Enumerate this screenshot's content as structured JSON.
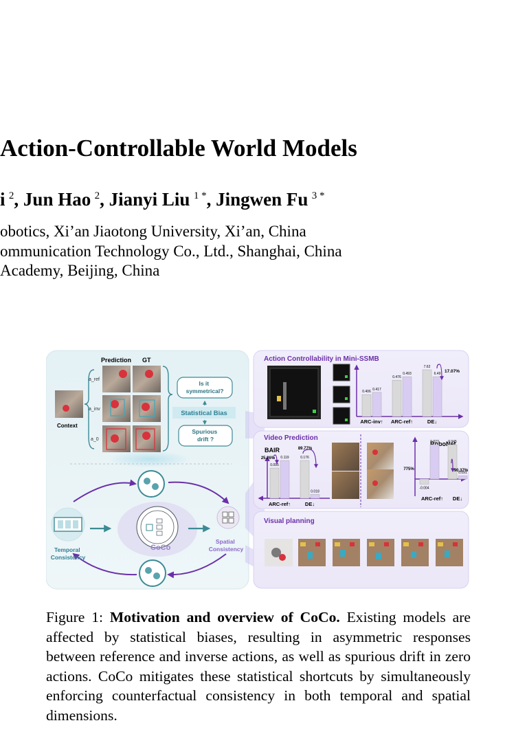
{
  "title": "Action-Controllable World Models",
  "authors": {
    "a1": "i",
    "a1_sup": "2",
    "a2": "Jun Hao",
    "a2_sup": "2",
    "a3": "Jianyi Liu",
    "a3_sup": "1 *",
    "a4": "Jingwen Fu",
    "a4_sup": "3 *"
  },
  "affiliations": [
    "obotics, Xi’an Jiaotong University, Xi’an, China",
    "ommunication Technology Co., Ltd., Shanghai, China",
    "Academy, Beijing, China"
  ],
  "figure": {
    "left_panel": {
      "prediction_label": "Prediction",
      "gt_label": "GT",
      "context_label": "Context",
      "row_labels": [
        "a_ref",
        "a_inv",
        "a_0"
      ],
      "bubble_symmetric": "Is it\nsymmetrical?",
      "statistical_bias": "Statistical Bias",
      "bubble_drift": "Spurious\ndrift ?",
      "temporal": "Temporal\nConsistency",
      "spatial": "Spatial\nConsistency",
      "coco": "CoCo"
    },
    "panel1": {
      "title": "Action Controllability in Mini-SSMB",
      "improvement": "17.07%",
      "chart_data": {
        "type": "bar",
        "categories": [
          "ARC-inv↑",
          "ARC-ref↑",
          "DE↓"
        ],
        "series": [
          {
            "values": [
              0.406,
              0.476,
              7.62
            ]
          },
          {
            "values": [
              0.417,
              0.493,
              6.49
            ]
          }
        ],
        "value_labels": [
          "0.406",
          "0.417",
          "0.476",
          "0.493",
          "7.62",
          "6.49"
        ]
      }
    },
    "panel2": {
      "title": "Video Prediction",
      "bair": "BAIR",
      "robonet": "RoboNet",
      "bair_improvements": [
        "25.26%",
        "89.77%"
      ],
      "robonet_improvements": [
        "775%",
        "90.37%"
      ],
      "chart_data": [
        {
          "type": "bar",
          "title": "BAIR",
          "categories": [
            "ARC-ref↑",
            "DE↓"
          ],
          "series": [
            {
              "values": [
                0.095,
                0.176
              ]
            },
            {
              "values": [
                0.119,
                0.018
              ]
            }
          ],
          "value_labels": [
            "0.095",
            "0.119",
            "0.176",
            "0.018"
          ]
        },
        {
          "type": "bar",
          "title": "RoboNet",
          "categories": [
            "ARC-ref↑",
            "DE↓"
          ],
          "series": [
            {
              "values": [
                -0.004,
                0.945
              ]
            },
            {
              "values": [
                0.027,
                0.091
              ]
            }
          ],
          "value_labels": [
            "-0.004",
            "0.027",
            "0.945",
            "0.091"
          ]
        }
      ]
    },
    "panel3": {
      "title": "Visual planning"
    },
    "colors": {
      "purple": "#6b2fa8",
      "teal": "#3c8a95",
      "bar_gray": "#d9d9d9",
      "bar_purple": "#d9ccf2",
      "red": "#d8323c"
    }
  },
  "caption": {
    "prefix": "Figure 1: ",
    "bold": "Motivation and overview of CoCo.",
    "text": " Existing models are affected by statistical biases, resulting in asymmetric responses between reference and inverse actions, as well as spurious drift in zero actions. CoCo mitigates these statistical shortcuts by simultaneously enforcing counterfactual consistency in both temporal and spatial dimensions."
  }
}
